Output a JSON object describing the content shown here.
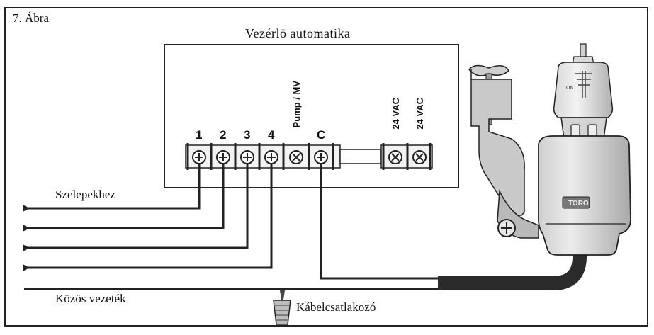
{
  "figure": {
    "label": "7. Ábra",
    "controller_title": "Vezérlö automatika"
  },
  "terminals": {
    "numbered": [
      "1",
      "2",
      "3",
      "4"
    ],
    "pump": "Pump / MV",
    "common": "C",
    "ac": [
      "24 VAC",
      "24 VAC"
    ]
  },
  "labels": {
    "valves": "Szelepekhez",
    "common_wire": "Közös vezeték",
    "connector": "Kábelcsatlakozó"
  },
  "colors": {
    "line": "#222222",
    "shade_light": "#e6e6e6",
    "shade_mid": "#bdbdbd",
    "shade_dark": "#8a8a8a",
    "cable": "#2b2b2b"
  },
  "icons": [
    "screw-terminal-icon",
    "valve-solenoid-icon",
    "wire-connector-icon",
    "arrow-left-icon"
  ]
}
